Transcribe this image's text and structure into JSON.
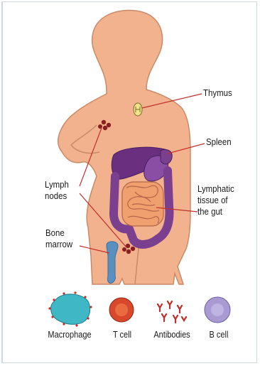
{
  "organ_labels": {
    "thymus": "Thymus",
    "spleen": "Spleen",
    "lymphatic_gut": [
      "Lymphatic",
      "tissue of",
      "the gut"
    ],
    "lymph_nodes": [
      "Lymph",
      "nodes"
    ],
    "bone_marrow": [
      "Bone",
      "marrow"
    ]
  },
  "cell_legend": [
    {
      "label": "Macrophage",
      "icon": "macrophage-icon"
    },
    {
      "label": "T cell",
      "icon": "t-cell-icon"
    },
    {
      "label": "Antibodies",
      "icon": "antibodies-icon"
    },
    {
      "label": "B cell",
      "icon": "b-cell-icon"
    }
  ],
  "colors": {
    "skin": "#f2b28e",
    "skin_edge": "#c98a68",
    "organ_purple": "#7a3f8f",
    "organ_dark": "#5a2a70",
    "intestine": "#f0a06e",
    "bone": "#5b8fc0",
    "leader_line": "#c0302c",
    "macrophage": "#3fb7c4",
    "t_cell": "#d9482a",
    "antibodies": "#c0302c",
    "b_cell": "#a99bd2"
  }
}
